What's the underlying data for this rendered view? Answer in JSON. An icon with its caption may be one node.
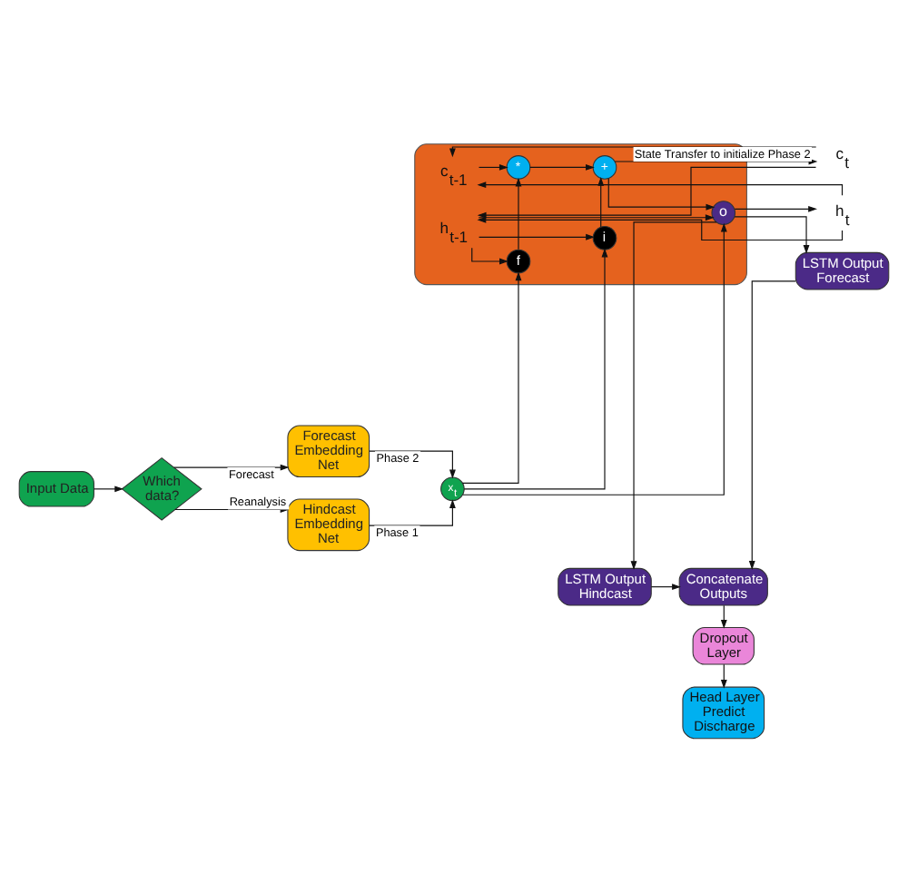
{
  "diagram": {
    "nodes": [
      {
        "text": [
          "Forecast Embedding Net"
        ]
      },
      {
        "text": [
          "Input Data"
        ]
      },
      {
        "text": [
          "Which data?"
        ]
      },
      {
        "text": [
          "Hindcast Embedding Net"
        ]
      },
      {
        "text": [],
        "shape": "box"
      },
      {
        "text": [
          "c$_{t-1}$"
        ],
        "in": 4
      },
      {
        "text": [
          "*"
        ],
        "in": 4
      },
      {
        "text": [
          "+"
        ],
        "in": 4
      },
      {
        "text": [
          "f"
        ],
        "in": 4
      },
      {
        "text": [
          "i"
        ],
        "in": 4
      },
      {
        "text": [
          "h$_{t-1}$"
        ],
        "in": 4
      },
      {
        "text": [
          "o"
        ],
        "in": 4
      },
      {
        "text": [
          "c$_{t}$"
        ]
      },
      {
        "text": [
          "h$_{t}$"
        ]
      },
      {
        "text": [
          "x$_{t}$"
        ]
      },
      {
        "text": [
          "LSTM Output Hindcast"
        ]
      },
      {
        "text": [
          "LSTM Output Forecast"
        ]
      },
      {
        "text": [
          "Concatenate Outputs"
        ]
      },
      {
        "text": [
          "Dropout Layer"
        ]
      },
      {
        "text": [
          "Head Layer Predict Discharge"
        ]
      }
    ],
    "edges": [
      {
        "from": 1,
        "to": 2,
        "arrow": "to"
      },
      {
        "from": 2,
        "to": 0,
        "arrow": "to",
        "label": "Forecast"
      },
      {
        "from": 2,
        "to": 3,
        "arrow": "to",
        "label": "Reanalysis"
      },
      {
        "from": 0,
        "to": 14,
        "arrow": "to",
        "label": "Phase 2"
      },
      {
        "from": 3,
        "to": 14,
        "arrow": "to",
        "label": "Phase 1"
      },
      {
        "from": 14,
        "to": 8,
        "arrow": "to"
      },
      {
        "from": 14,
        "to": 9,
        "arrow": "to"
      },
      {
        "from": 14,
        "to": 11,
        "arrow": "to"
      },
      {
        "from": 10,
        "to": 8,
        "arrow": "to"
      },
      {
        "from": 10,
        "to": 9,
        "arrow": "to"
      },
      {
        "from": 10,
        "to": 11,
        "arrow": "to"
      },
      {
        "from": 5,
        "to": 6,
        "arrow": "to"
      },
      {
        "from": 8,
        "to": 6,
        "arrow": "to"
      },
      {
        "from": 6,
        "to": 7,
        "arrow": "to"
      },
      {
        "from": 9,
        "to": 7,
        "arrow": "to"
      },
      {
        "from": 7,
        "to": 12,
        "arrow": "to"
      },
      {
        "from": 7,
        "to": 11,
        "arrow": "to"
      },
      {
        "from": 11,
        "to": 13,
        "arrow": "to"
      },
      {
        "from": 12,
        "to": 5,
        "arrow": "to",
        "label": "State Transfer to initialize Phase 2"
      },
      {
        "from": 12,
        "to": 10,
        "arrow": "to"
      },
      {
        "from": 13,
        "to": 5,
        "arrow": "to"
      },
      {
        "from": 13,
        "to": 10,
        "arrow": "to"
      },
      {
        "from": 11,
        "to": 15,
        "arrow": "to"
      },
      {
        "from": 11,
        "to": 16,
        "arrow": "to"
      },
      {
        "from": 15,
        "to": 17,
        "arrow": "to"
      },
      {
        "from": 16,
        "to": 17,
        "arrow": "to"
      },
      {
        "from": 17,
        "to": 18,
        "arrow": "to"
      },
      {
        "from": 18,
        "to": 19,
        "arrow": "to"
      }
    ]
  }
}
